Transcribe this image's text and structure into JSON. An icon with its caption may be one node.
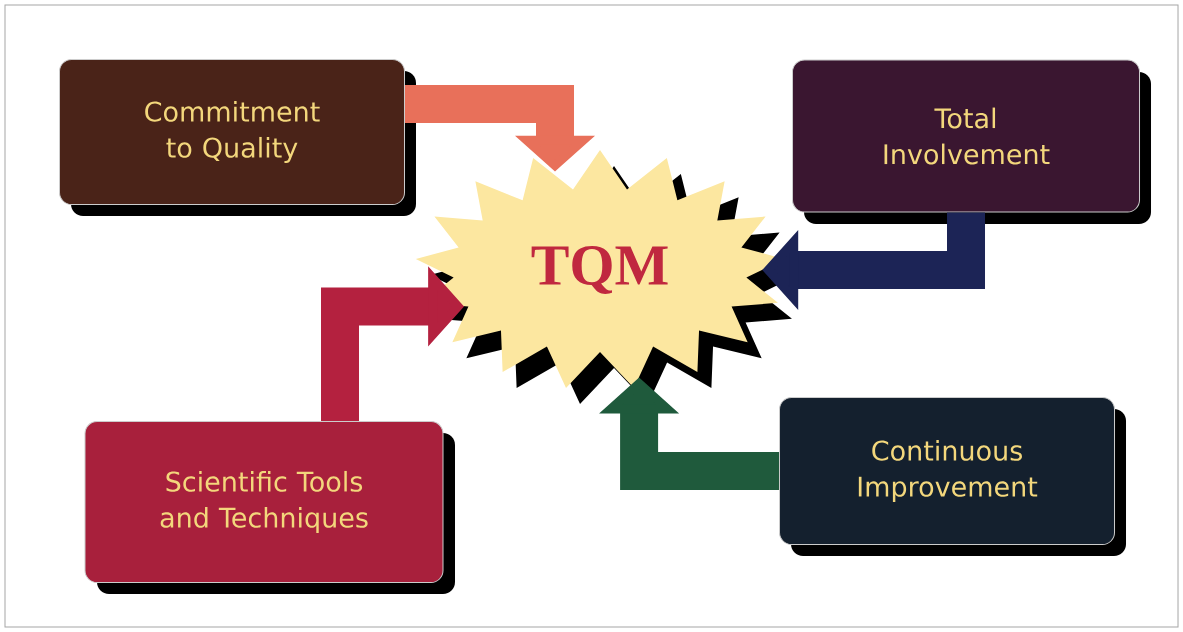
{
  "diagram": {
    "nodes": [
      {
        "text": [
          "Commitment to Quality"
        ]
      },
      {
        "text": [
          "Total Involvement"
        ]
      },
      {
        "text": [
          "TQM"
        ]
      },
      {
        "text": [
          "Scientific Tools and Techniques"
        ]
      },
      {
        "text": [
          "Continuous Improvement"
        ]
      }
    ],
    "edges": [
      {
        "from": 0,
        "to": 2,
        "arrow": "to",
        "color": "#e8705a"
      },
      {
        "from": 1,
        "to": 2,
        "arrow": "to",
        "color": "#1c2456"
      },
      {
        "from": 3,
        "to": 2,
        "arrow": "to",
        "color": "#b4213f"
      },
      {
        "from": 4,
        "to": 2,
        "arrow": "to",
        "color": "#1f5a3c"
      }
    ]
  }
}
